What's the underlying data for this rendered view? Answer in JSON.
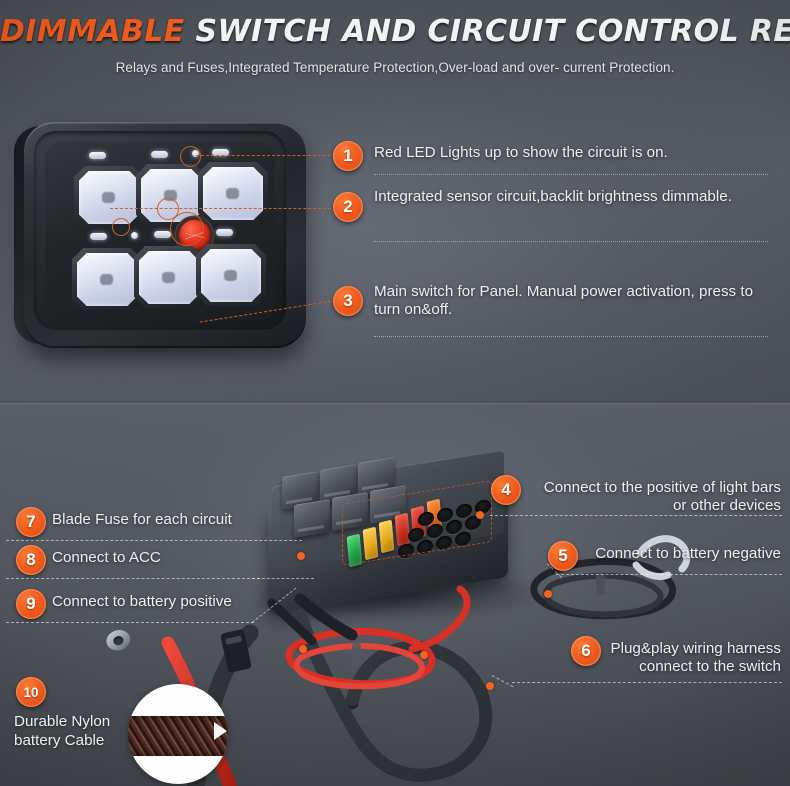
{
  "header": {
    "title_highlight": "DIMMABLE",
    "title_rest": "SWITCH AND CIRCUIT CONTROL RELAY SYSTEM",
    "subtitle": "Relays and Fuses,Integrated Temperature Protection,Over-load and over- current Protection."
  },
  "colors": {
    "accent_orange": "#EF5A1D",
    "badge_orange": "#F15D1F",
    "title_white": "#F2F3F5",
    "body_text": "#EDEFF2",
    "bg_top": "#4C5158",
    "bg_bottom": "#565A63",
    "led_white": "#E6EAF6",
    "main_switch_red": "#E5301D",
    "fuse_green": "#1F9C45",
    "fuse_amber": "#E0A418",
    "fuse_red": "#C22A1C",
    "fuse_orange": "#E06015",
    "wire_red": "#D93025"
  },
  "top_section": {
    "product": "switch-panel",
    "callouts": [
      {
        "number": "1",
        "text": "Red LED Lights up to show the circuit is on."
      },
      {
        "number": "2",
        "text": "Integrated sensor circuit,backlit brightness dimmable."
      },
      {
        "number": "3",
        "text": "Main switch for Panel. Manual power activation, press to turn on&off."
      }
    ]
  },
  "bottom_section": {
    "product": "relay-fuse-box",
    "callouts_right": [
      {
        "number": "4",
        "line1": "Connect to the positive of light bars",
        "line2": "or other devices"
      },
      {
        "number": "5",
        "line1": "Connect to battery negative",
        "line2": ""
      },
      {
        "number": "6",
        "line1": "Plug&play wiring harness",
        "line2": "connect to the switch"
      }
    ],
    "callouts_left": [
      {
        "number": "7",
        "text": "Blade Fuse for each circuit"
      },
      {
        "number": "8",
        "text": "Connect to ACC"
      },
      {
        "number": "9",
        "text": "Connect to battery positive"
      }
    ],
    "callout_ten": {
      "number": "10",
      "line1": "Durable Nylon",
      "line2": "battery Cable"
    }
  }
}
